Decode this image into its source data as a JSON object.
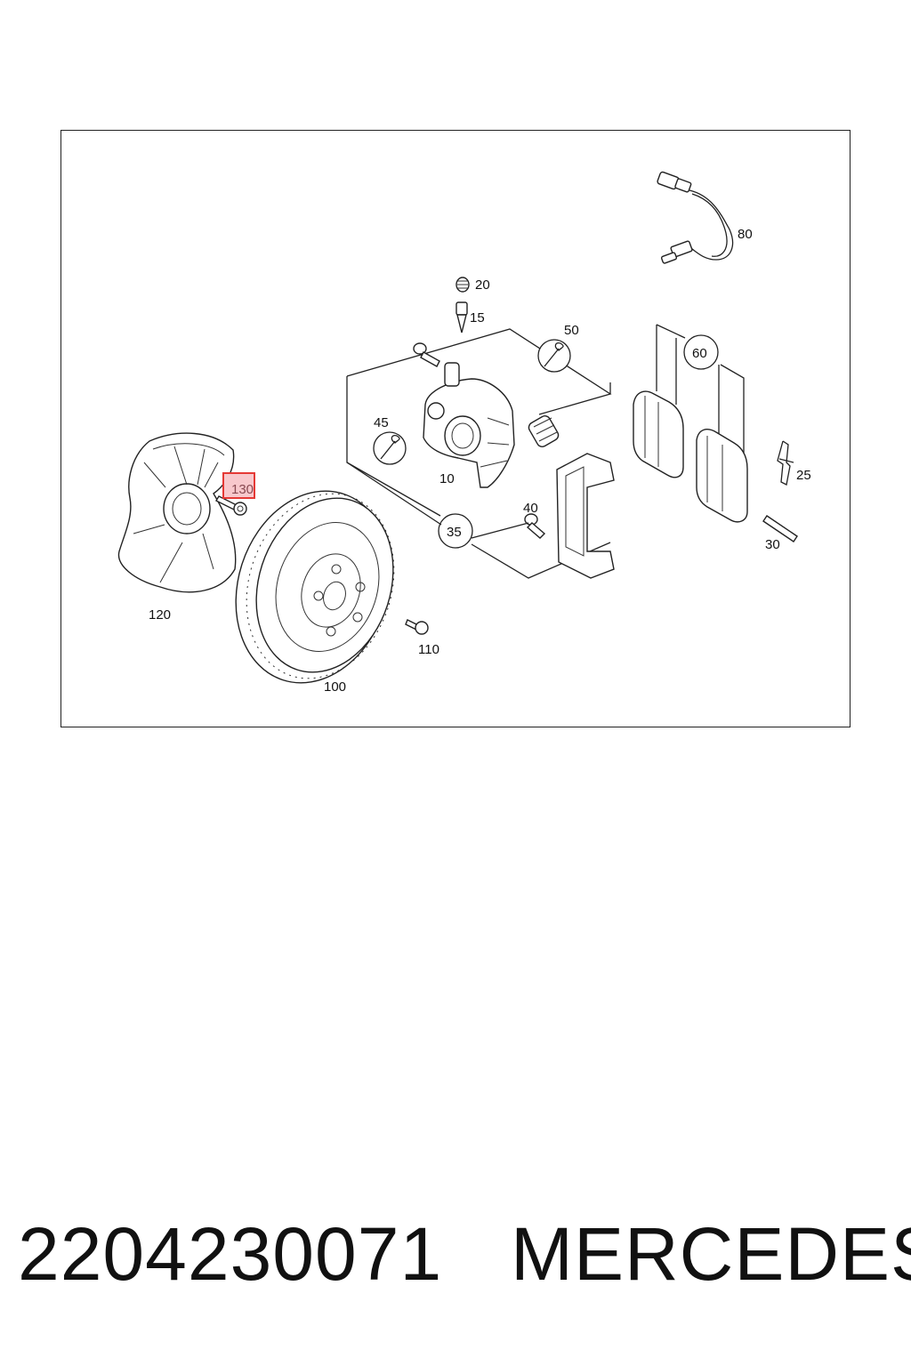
{
  "diagram": {
    "callouts": {
      "c10": "10",
      "c15": "15",
      "c20": "20",
      "c25": "25",
      "c30": "30",
      "c35": "35",
      "c40": "40",
      "c45": "45",
      "c50": "50",
      "c60": "60",
      "c80": "80",
      "c100": "100",
      "c110": "110",
      "c120": "120",
      "c130": "130"
    },
    "highlighted_callout": "130",
    "highlight_color": "#e53935",
    "highlight_fill": "#f8c8cc"
  },
  "footer": {
    "part_number": "2204230071",
    "brand": "MERCEDES"
  }
}
